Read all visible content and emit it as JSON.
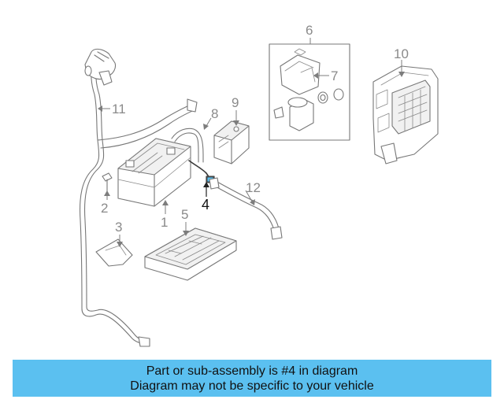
{
  "diagram": {
    "callouts": {
      "c1": "1",
      "c2": "2",
      "c3": "3",
      "c4": "4",
      "c5": "5",
      "c6": "6",
      "c7": "7",
      "c8": "8",
      "c9": "9",
      "c10": "10",
      "c11": "11",
      "c12": "12"
    },
    "highlighted_part": "4",
    "highlight_color": "#5bc0f0"
  },
  "banner": {
    "line1": "Part or sub-assembly is #4 in diagram",
    "line2": "Diagram may not be specific to your vehicle",
    "background": "#5bc0f0"
  }
}
